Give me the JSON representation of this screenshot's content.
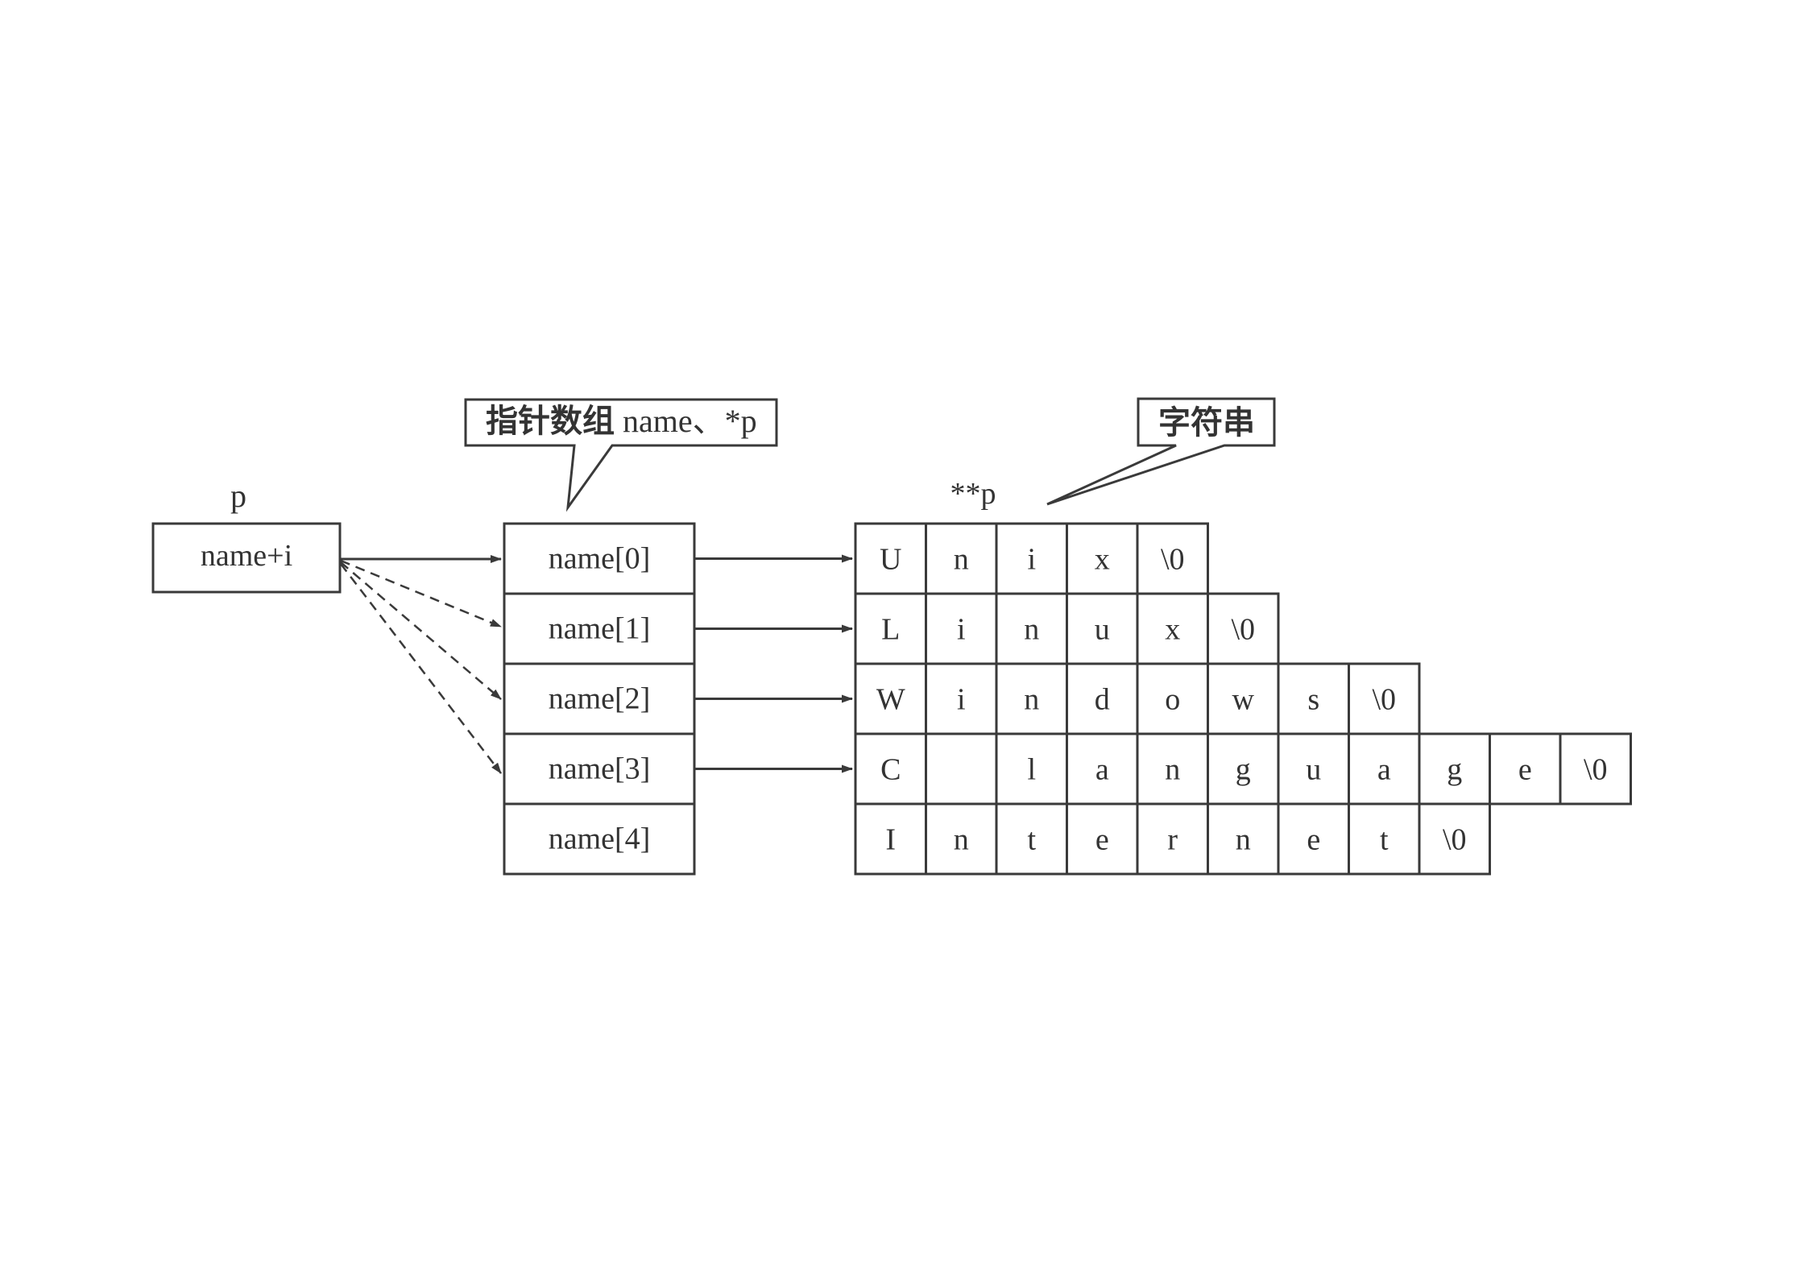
{
  "pointer": {
    "label": "p",
    "value": "name+i"
  },
  "callouts": {
    "array": {
      "cn": "指针数组",
      "text": " name、*p"
    },
    "strings": "字符串"
  },
  "string_label": "**p",
  "array_cells": [
    "name[0]",
    "name[1]",
    "name[2]",
    "name[3]",
    "name[4]"
  ],
  "strings": [
    [
      "U",
      "n",
      "i",
      "x",
      "\\0"
    ],
    [
      "L",
      "i",
      "n",
      "u",
      "x",
      "\\0"
    ],
    [
      "W",
      "i",
      "n",
      "d",
      "o",
      "w",
      "s",
      "\\0"
    ],
    [
      "C",
      "",
      "l",
      "a",
      "n",
      "g",
      "u",
      "a",
      "g",
      "e",
      "\\0"
    ],
    [
      "I",
      "n",
      "t",
      "e",
      "r",
      "n",
      "e",
      "t",
      "\\0"
    ]
  ]
}
